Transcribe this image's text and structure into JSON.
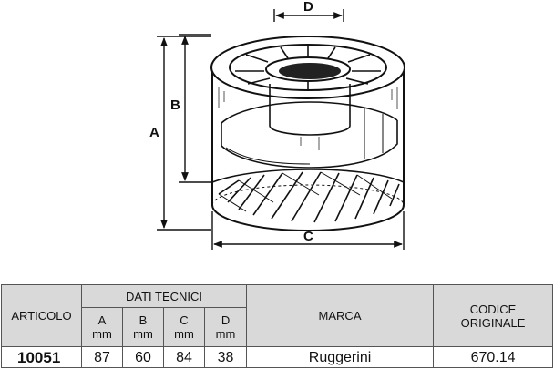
{
  "dimension_labels": {
    "a": "A",
    "b": "B",
    "c": "C",
    "d": "D"
  },
  "table": {
    "articolo_header": "ARTICOLO",
    "dati_tecnici_header": "DATI TECNICI",
    "marca_header": "MARCA",
    "codice_header_line1": "CODICE",
    "codice_header_line2": "ORIGINALE",
    "columns": [
      {
        "letter": "A",
        "unit": "mm"
      },
      {
        "letter": "B",
        "unit": "mm"
      },
      {
        "letter": "C",
        "unit": "mm"
      },
      {
        "letter": "D",
        "unit": "mm"
      }
    ],
    "row": {
      "articolo": "10051",
      "values": [
        "87",
        "60",
        "84",
        "38"
      ],
      "marca": "Ruggerini",
      "codice": "670.14"
    }
  }
}
